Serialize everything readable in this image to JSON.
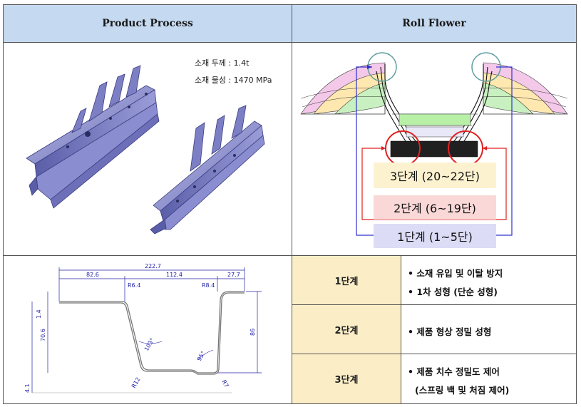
{
  "headers": {
    "left": "Product Process",
    "right": "Roll Flower"
  },
  "material": {
    "thickness": "소재 두께 : 1.4t",
    "strength": "소재 물성 : 1470 MPa"
  },
  "roll_flower": {
    "stage3": "3단계 (20~22단)",
    "stage2": "2단계 (6~19단)",
    "stage1": "1단계 (1~5단)"
  },
  "dimensions": {
    "overall_width": "222.7",
    "left_flange": "82.6",
    "bottom_width": "112.4",
    "right_flange": "27.7",
    "r_top_left": "R6.4",
    "r_top_right": "R8.4",
    "thickness": "1.4",
    "left_height": "70.6",
    "right_height": "86",
    "bottom_offset": "4.1",
    "angle_left": "103°",
    "angle_right": "95°",
    "r_bottom_left": "R12",
    "r_bottom_right": "R7"
  },
  "stages": [
    {
      "name": "1단계",
      "items": [
        "소재 유입 및 이탈 방지",
        "1차 성형 (단순 성형)"
      ]
    },
    {
      "name": "2단계",
      "items": [
        "제품 형상 정밀 성형"
      ]
    },
    {
      "name": "3단계",
      "items": [
        "제품 치수 정밀도 제어",
        "(스프링 백 및 처짐 제어)"
      ]
    }
  ],
  "colors": {
    "header_bg": "#c5d9f1",
    "stage_cell_bg": "#fbeec7",
    "stage3_box": "#fdf2d0",
    "stage2_box": "#fbd8d8",
    "stage1_box": "#dcdcf6",
    "part_color": "#8a8dcf",
    "dimension_color": "#2222aa",
    "highlight_red": "#e02020"
  }
}
